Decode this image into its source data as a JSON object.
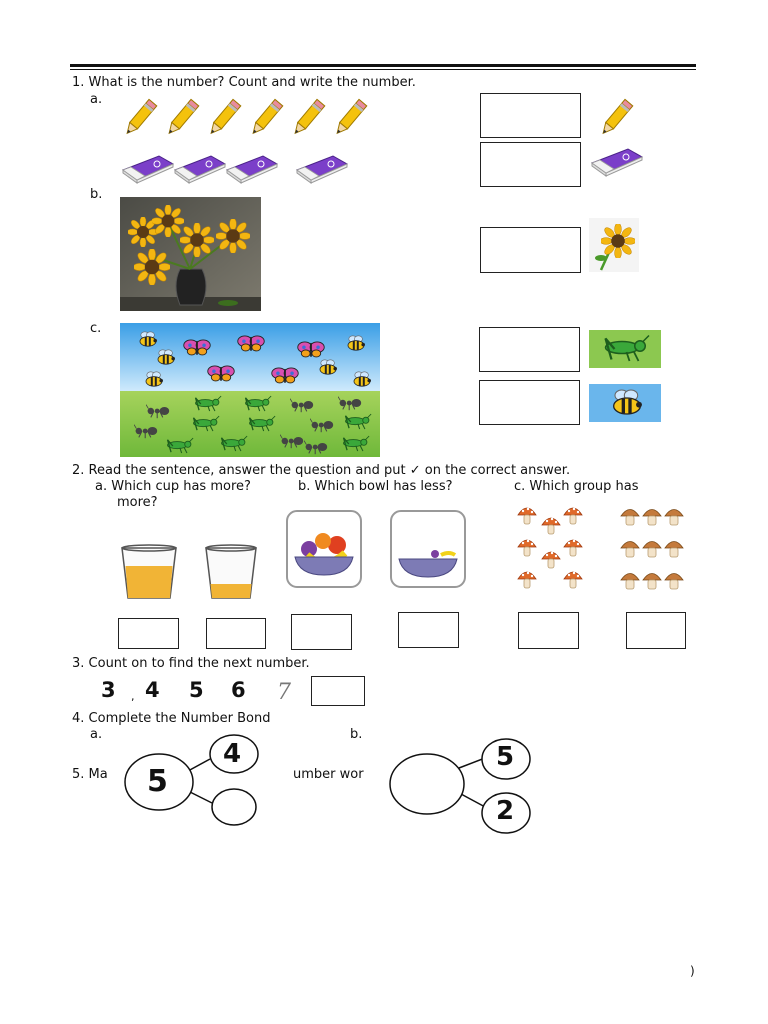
{
  "q1": {
    "text": "1. What is the number? Count and write the number.",
    "a": "a.",
    "b": "b.",
    "c": "c."
  },
  "q2": {
    "text": "2. Read the sentence, answer the question and put ✓ on the correct answer.",
    "a": "a.  Which cup has more?",
    "b": "b. Which bowl has less?",
    "c": "c. Which group has",
    "a_cont": "more?"
  },
  "q3": {
    "text": "3. Count on to find the next number.",
    "n1": "3",
    "comma": ",",
    "n2": "4",
    "n3": "5",
    "n4": "6",
    "n5": "7"
  },
  "q4": {
    "text": "4. Complete the Number Bond",
    "a": "a.",
    "b": "b.",
    "bond_a": {
      "whole": "5",
      "part1": "4"
    },
    "bond_b": {
      "part1": "5",
      "part2": "2"
    }
  },
  "q5": {
    "text_left": "5. Ma",
    "text_right": "umber wor"
  },
  "footer": {
    "mark": ")"
  },
  "icons": [
    "pencil-icon",
    "eraser-icon",
    "sunflower-icon",
    "butterfly-icon",
    "bee-icon",
    "grasshopper-icon",
    "ant-icon",
    "cup-icon",
    "fruit-bowl-icon",
    "mushroom-icon"
  ]
}
